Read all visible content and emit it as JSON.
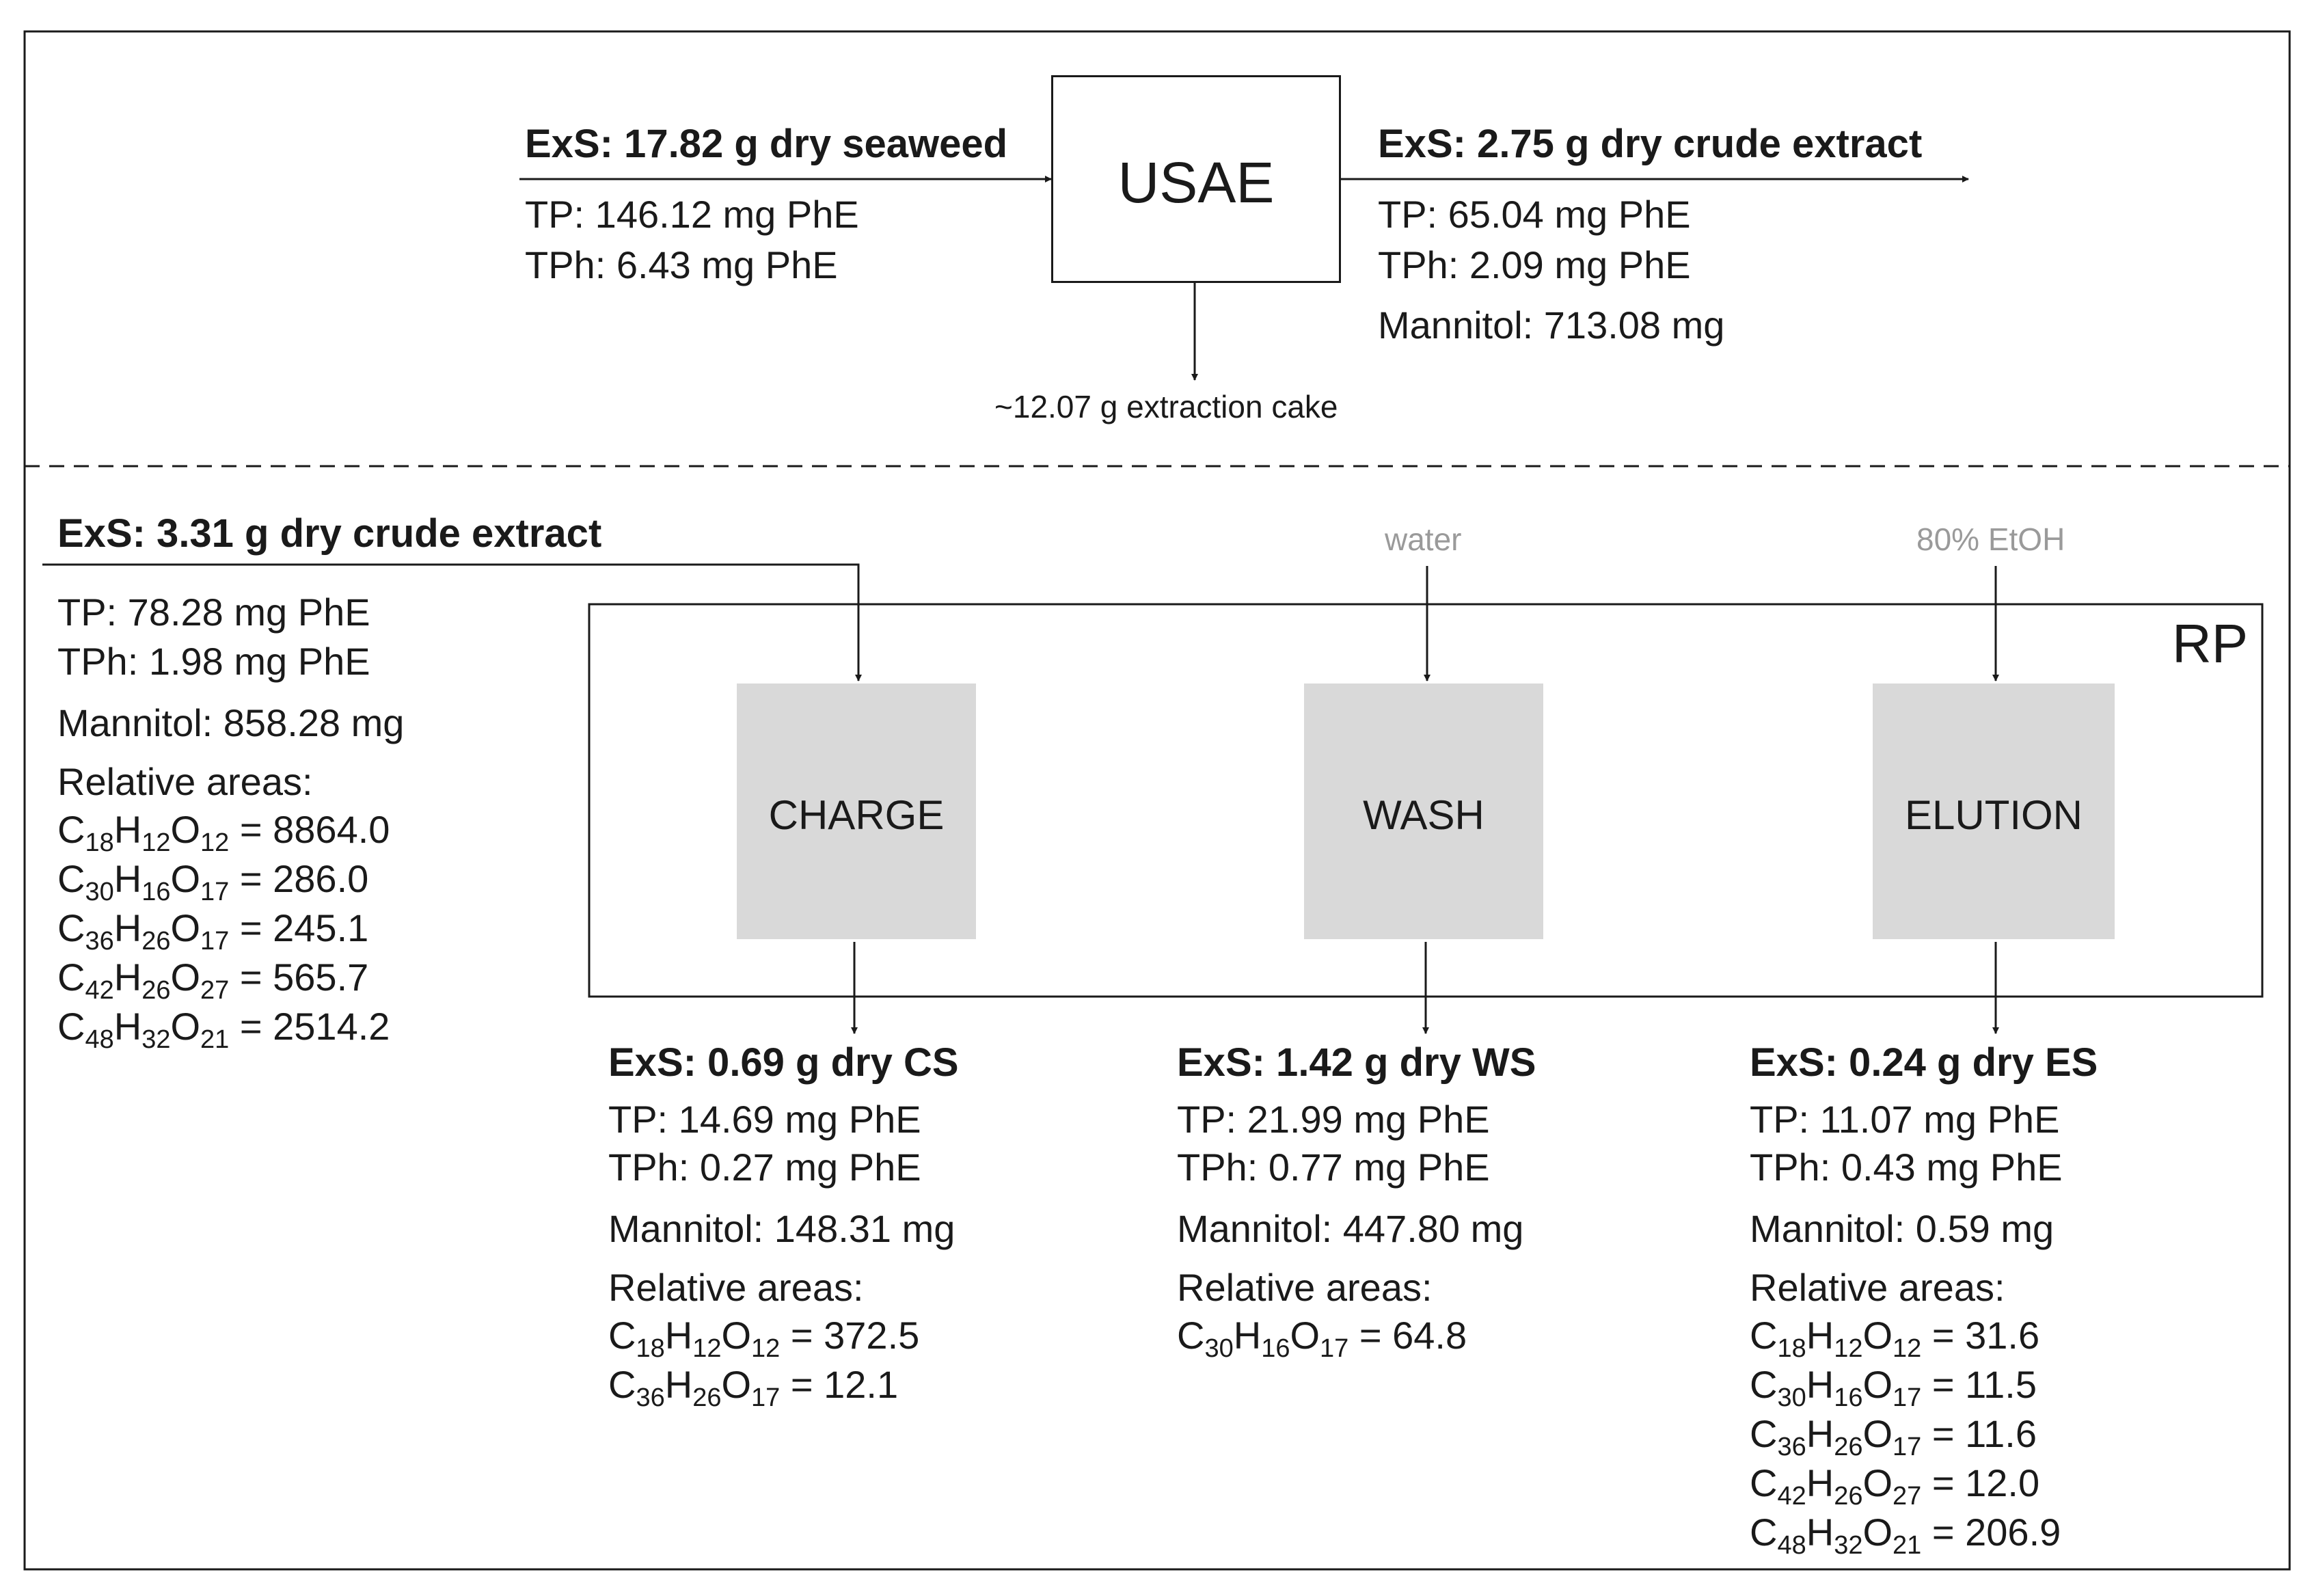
{
  "usae_stage": {
    "box_label": "USAE",
    "input": {
      "header": "ExS: 17.82 g dry seaweed",
      "tp": "TP: 146.12 mg PhE",
      "tph": "TPh: 6.43 mg PhE"
    },
    "output": {
      "header": "ExS: 2.75 g dry crude extract",
      "tp": "TP: 65.04 mg PhE",
      "tph": "TPh: 2.09 mg PhE",
      "mannitol": "Mannitol:  713.08 mg"
    },
    "byproduct": "~12.07 g extraction cake"
  },
  "rp_stage": {
    "frame_label": "RP",
    "feed": {
      "header": "ExS: 3.31 g dry crude extract",
      "tp": "TP: 78.28 mg PhE",
      "tph": "TPh: 1.98 mg PhE",
      "mannitol": "Mannitol:  858.28 mg",
      "areas_label": "Relative areas:",
      "areas": [
        {
          "formula": [
            [
              "C",
              "18"
            ],
            [
              "H",
              "12"
            ],
            [
              "O",
              "12"
            ]
          ],
          "value": " = 8864.0"
        },
        {
          "formula": [
            [
              "C",
              "30"
            ],
            [
              "H",
              "16"
            ],
            [
              "O",
              "17"
            ]
          ],
          "value": " = 286.0"
        },
        {
          "formula": [
            [
              "C",
              "36"
            ],
            [
              "H",
              "26"
            ],
            [
              "O",
              "17"
            ]
          ],
          "value": " = 245.1"
        },
        {
          "formula": [
            [
              "C",
              "42"
            ],
            [
              "H",
              "26"
            ],
            [
              "O",
              "27"
            ]
          ],
          "value": " = 565.7"
        },
        {
          "formula": [
            [
              "C",
              "48"
            ],
            [
              "H",
              "32"
            ],
            [
              "O",
              "21"
            ]
          ],
          "value": " = 2514.2"
        }
      ]
    },
    "inputs": {
      "water": "water",
      "etoh": "80% EtOH"
    },
    "steps": [
      {
        "label": "CHARGE",
        "result": {
          "header": "ExS: 0.69 g dry CS",
          "tp": "TP: 14.69 mg PhE",
          "tph": "TPh: 0.27 mg PhE",
          "mannitol": "Mannitol:  148.31 mg",
          "areas_label": "Relative areas:",
          "areas": [
            {
              "formula": [
                [
                  "C",
                  "18"
                ],
                [
                  "H",
                  "12"
                ],
                [
                  "O",
                  "12"
                ]
              ],
              "value": " = 372.5"
            },
            {
              "formula": [
                [
                  "C",
                  "36"
                ],
                [
                  "H",
                  "26"
                ],
                [
                  "O",
                  "17"
                ]
              ],
              "value": " = 12.1"
            }
          ]
        }
      },
      {
        "label": "WASH",
        "result": {
          "header": "ExS: 1.42 g dry WS",
          "tp": "TP: 21.99 mg PhE",
          "tph": "TPh: 0.77 mg PhE",
          "mannitol": "Mannitol:  447.80 mg",
          "areas_label": "Relative areas:",
          "areas": [
            {
              "formula": [
                [
                  "C",
                  "30"
                ],
                [
                  "H",
                  "16"
                ],
                [
                  "O",
                  "17"
                ]
              ],
              "value": " = 64.8"
            }
          ]
        }
      },
      {
        "label": "ELUTION",
        "result": {
          "header": "ExS: 0.24 g dry ES",
          "tp": "TP: 11.07 mg PhE",
          "tph": "TPh: 0.43 mg PhE",
          "mannitol": "Mannitol:  0.59 mg",
          "areas_label": "Relative areas:",
          "areas": [
            {
              "formula": [
                [
                  "C",
                  "18"
                ],
                [
                  "H",
                  "12"
                ],
                [
                  "O",
                  "12"
                ]
              ],
              "value": " = 31.6"
            },
            {
              "formula": [
                [
                  "C",
                  "30"
                ],
                [
                  "H",
                  "16"
                ],
                [
                  "O",
                  "17"
                ]
              ],
              "value": " = 11.5"
            },
            {
              "formula": [
                [
                  "C",
                  "36"
                ],
                [
                  "H",
                  "26"
                ],
                [
                  "O",
                  "17"
                ]
              ],
              "value": " = 11.6"
            },
            {
              "formula": [
                [
                  "C",
                  "42"
                ],
                [
                  "H",
                  "26"
                ],
                [
                  "O",
                  "27"
                ]
              ],
              "value": " = 12.0"
            },
            {
              "formula": [
                [
                  "C",
                  "48"
                ],
                [
                  "H",
                  "32"
                ],
                [
                  "O",
                  "21"
                ]
              ],
              "value": " = 206.9"
            }
          ]
        }
      }
    ]
  },
  "colors": {
    "line": "#1a1a1a",
    "step_fill": "#d9d9d9",
    "muted_text": "#9a9a9a"
  }
}
